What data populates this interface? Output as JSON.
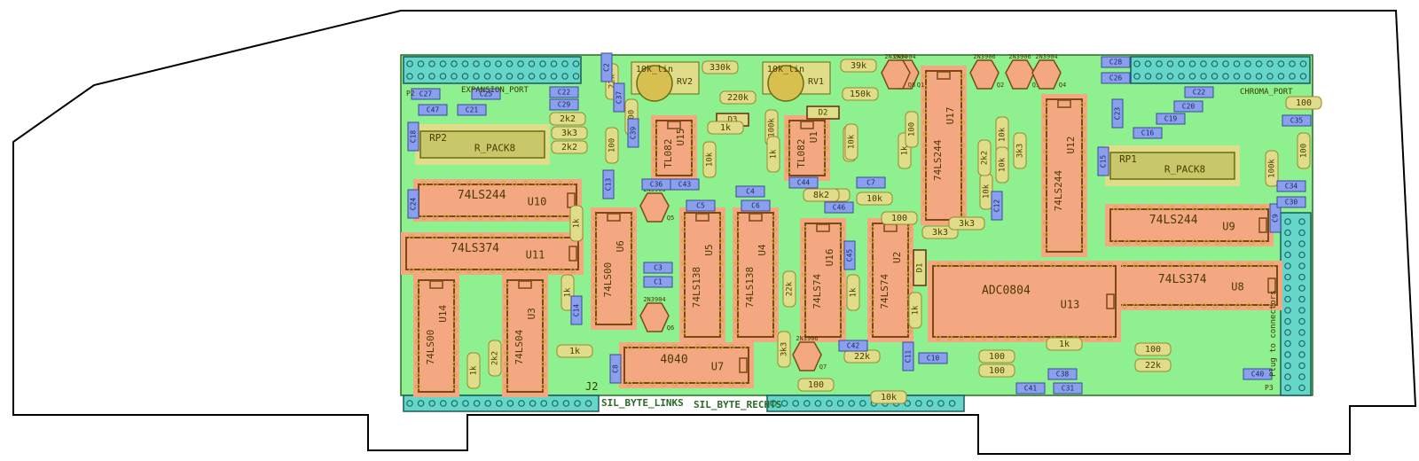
{
  "board": {
    "colors": {
      "pcb": "#8ef08e",
      "ic": "#f4a882",
      "ic_outline": "#7a4a10",
      "res": "#e0dd8a",
      "cap": "#8aa0ee",
      "header": "#66d6c8",
      "transistor": "#f4a882",
      "pad": "#d4a84a",
      "rpack": "#c8c86a"
    },
    "labels": {
      "j2": "J2",
      "p2": "P2",
      "p3": "P3",
      "expansion_port": "EXPANSION_PORT",
      "chroma_port": "CHROMA_PORT",
      "sil_links": "SIL_BYTE_LINKS",
      "sil_rechts": "SIL_BYTE_RECHTS",
      "plug": "Plug to connectors"
    },
    "ics": [
      {
        "ref": "U10",
        "part": "74LS244"
      },
      {
        "ref": "U11",
        "part": "74LS374"
      },
      {
        "ref": "U14",
        "part": "74LS00"
      },
      {
        "ref": "U3",
        "part": "74LS04"
      },
      {
        "ref": "U6",
        "part": "74LS00"
      },
      {
        "ref": "U5",
        "part": "74LS138"
      },
      {
        "ref": "U4",
        "part": "74LS138"
      },
      {
        "ref": "U16",
        "part": "74LS74"
      },
      {
        "ref": "U2",
        "part": "74LS74"
      },
      {
        "ref": "U15",
        "part": "TL082"
      },
      {
        "ref": "U1",
        "part": "TL082"
      },
      {
        "ref": "U17",
        "part": "74LS244"
      },
      {
        "ref": "U12",
        "part": "74LS244"
      },
      {
        "ref": "U9",
        "part": "74LS244"
      },
      {
        "ref": "U8",
        "part": "74LS374"
      },
      {
        "ref": "U13",
        "part": "ADC0804"
      },
      {
        "ref": "U7",
        "part": "4040"
      }
    ],
    "rpacks": [
      {
        "ref": "RP2",
        "part": "R_PACK8"
      },
      {
        "ref": "RP1",
        "part": "R_PACK8"
      }
    ],
    "pots": [
      {
        "ref": "RV2",
        "value": "10k_lin"
      },
      {
        "ref": "RV1",
        "value": "10k_lin"
      }
    ],
    "transistors": [
      {
        "ref": "Q1",
        "part": "2N3904"
      },
      {
        "ref": "Q2",
        "part": "2N3906"
      },
      {
        "ref": "Q3",
        "part": "2N3906"
      },
      {
        "ref": "Q4",
        "part": "2N3904"
      },
      {
        "ref": "Q5",
        "part": "2N3906"
      },
      {
        "ref": "Q6",
        "part": "2N3904"
      },
      {
        "ref": "Q7",
        "part": "2N3906"
      },
      {
        "ref": "Q8",
        "part": "2N3904"
      }
    ],
    "diodes": [
      {
        "ref": "D3"
      },
      {
        "ref": "D2"
      },
      {
        "ref": "D1"
      }
    ],
    "resistors": [
      "330k",
      "220k",
      "39k",
      "150k",
      "2k2",
      "3k3",
      "2k2",
      "1k",
      "100k",
      "1k",
      "1k",
      "10k",
      "10k",
      "3k3",
      "22k",
      "10k",
      "1k",
      "100",
      "10k",
      "3k3",
      "100",
      "1k",
      "10k",
      "3k3",
      "2k2",
      "1k",
      "100",
      "10k",
      "100",
      "1k",
      "22k",
      "10k",
      "100k",
      "100",
      "100",
      "100",
      "100",
      "22k",
      "22k",
      "1k",
      "2k2",
      "3k3",
      "1k",
      "22k",
      "100",
      "100",
      "1k",
      "8k2",
      "10k"
    ],
    "caps": [
      "C25",
      "C27",
      "C22",
      "C21",
      "C47",
      "C29",
      "C18",
      "C24",
      "C14",
      "C13",
      "C36",
      "C43",
      "C37",
      "C39",
      "C4",
      "C5",
      "C6",
      "C44",
      "C7",
      "C46",
      "C45",
      "C3",
      "C1",
      "C8",
      "C11",
      "C42",
      "C10",
      "C28",
      "C26",
      "C23",
      "C22",
      "C20",
      "C19",
      "C16",
      "C15",
      "C35",
      "C9",
      "C12",
      "C40",
      "C38",
      "C41",
      "C31",
      "C34",
      "C30",
      "C2"
    ]
  }
}
